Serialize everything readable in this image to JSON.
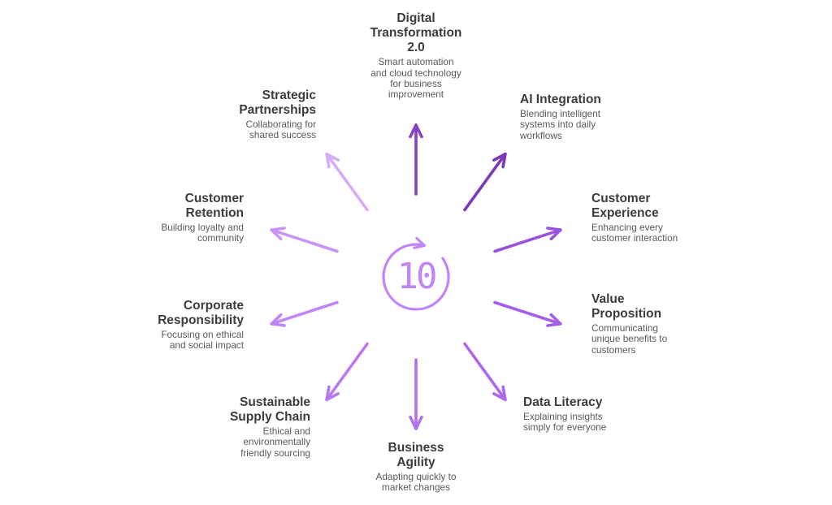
{
  "page": {
    "background_color": "#ffffff",
    "title_text_color": "#3c3c3c",
    "description_text_color": "#595959"
  },
  "center": {
    "value": "10",
    "icon": "cycle-arrow-icon",
    "color": "#c284fa"
  },
  "items": [
    {
      "id": "digital-transformation",
      "title": "Digital\nTransformation\n2.0",
      "description": "Smart automation\nand cloud technology\nfor business\nimprovement",
      "arrow_color": "#8640c2",
      "angle": 90
    },
    {
      "id": "ai-integration",
      "title": "AI Integration",
      "description": "Blending intelligent\nsystems into daily\nworkflows",
      "arrow_color": "#7d38b8",
      "angle": 54
    },
    {
      "id": "customer-experience",
      "title": "Customer\nExperience",
      "description": "Enhancing every\ncustomer interaction",
      "arrow_color": "#9b51dd",
      "angle": 18
    },
    {
      "id": "value-proposition",
      "title": "Value\nProposition",
      "description": "Communicating\nunique benefits to\ncustomers",
      "arrow_color": "#a55ce8",
      "angle": -18
    },
    {
      "id": "data-literacy",
      "title": "Data Literacy",
      "description": "Explaining insights\nsimply for everyone",
      "arrow_color": "#ad66ee",
      "angle": -54
    },
    {
      "id": "business-agility",
      "title": "Business\nAgility",
      "description": "Adapting quickly to\nmarket changes",
      "arrow_color": "#b671f1",
      "angle": -90
    },
    {
      "id": "sustainable-supply-chain",
      "title": "Sustainable\nSupply Chain",
      "description": "Ethical and\nenvironmentally\nfriendly sourcing",
      "arrow_color": "#ba78f3",
      "angle": -126
    },
    {
      "id": "corporate-responsibility",
      "title": "Corporate\nResponsibility",
      "description": "Focusing on ethical\nand social impact",
      "arrow_color": "#c185f6",
      "angle": -162
    },
    {
      "id": "customer-retention",
      "title": "Customer\nRetention",
      "description": "Building loyalty and\ncommunity",
      "arrow_color": "#c994f7",
      "angle": 162
    },
    {
      "id": "strategic-partnerships",
      "title": "Strategic\nPartnerships",
      "description": "Collaborating for\nshared success",
      "arrow_color": "#d5abfa",
      "angle": 126
    }
  ]
}
